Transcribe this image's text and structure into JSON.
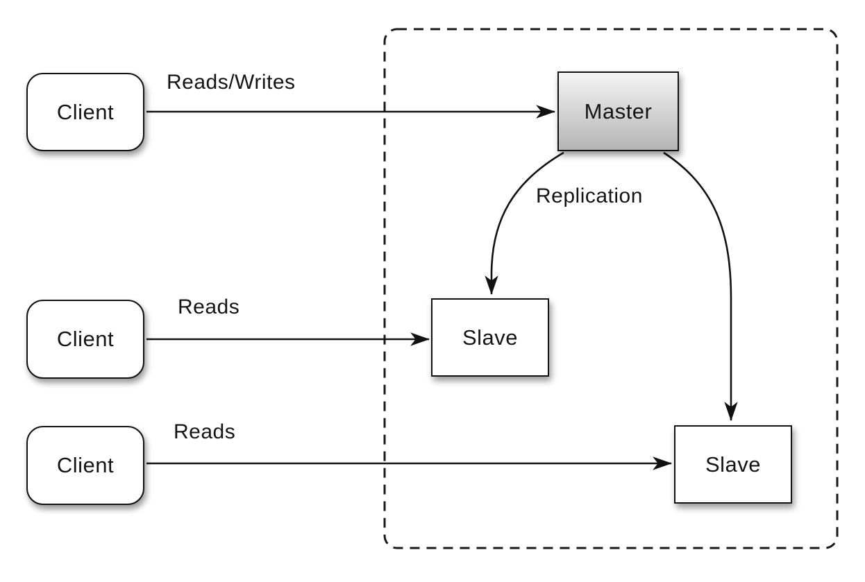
{
  "diagram": {
    "background_color": "#ffffff",
    "line_color": "#111111",
    "text_color": "#141414"
  },
  "container": {
    "style": "dashed-rounded-rectangle",
    "border_color": "#1a1a1a"
  },
  "nodes": {
    "client_top": {
      "label": "Client",
      "shape": "rounded-rectangle",
      "fill": "#ffffff"
    },
    "client_middle": {
      "label": "Client",
      "shape": "rounded-rectangle",
      "fill": "#ffffff"
    },
    "client_bottom": {
      "label": "Client",
      "shape": "rounded-rectangle",
      "fill": "#ffffff"
    },
    "master": {
      "label": "Master",
      "shape": "rectangle",
      "fill_top": "#f4f4f4",
      "fill_bottom": "#b4b4b4"
    },
    "slave_left": {
      "label": "Slave",
      "shape": "rectangle",
      "fill": "#ffffff"
    },
    "slave_right": {
      "label": "Slave",
      "shape": "rectangle",
      "fill": "#ffffff"
    }
  },
  "edges": {
    "client_top_to_master": {
      "label": "Reads/Writes",
      "from": "client_top",
      "to": "master"
    },
    "client_middle_to_slave_left": {
      "label": "Reads",
      "from": "client_middle",
      "to": "slave_left"
    },
    "client_bottom_to_slave_right": {
      "label": "Reads",
      "from": "client_bottom",
      "to": "slave_right"
    },
    "master_to_slaves": {
      "label": "Replication",
      "from": "master",
      "to": "slave_left, slave_right"
    }
  }
}
